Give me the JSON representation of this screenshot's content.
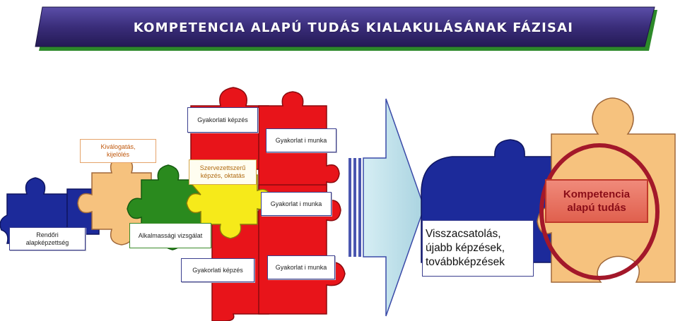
{
  "title": "KOMPETENCIA ALAPÚ TUDÁS KIALAKULÁSÁNAK FÁZISAI",
  "labels": {
    "rendori": "Rendőri\nalapképzettség",
    "kivalogatas": "Kiválogatás,\nkijelölés",
    "alkalmassagi": "Alkalmassági vizsgálat",
    "szervezettszeru": "Szervezettszerű\nképzés, oktatás",
    "gyakorlati_kepzes_top": "Gyakorlati képzés",
    "gyakorlati_munka_1": "Gyakorlat i munka",
    "gyakorlati_munka_2": "Gyakorlat i munka",
    "gyakorlati_kepzes_bottom": "Gyakorlati képzés",
    "gyakorlati_munka_3": "Gyakorlat i munka",
    "visszacsatolas": "Visszacsatolás,\nújabb képzések,\ntovábbképzések",
    "kompetencia": "Kompetencia\nalapú tudás"
  },
  "colors": {
    "title_banner": "#3a2d7a",
    "piece_blue": "#1c2a9a",
    "piece_tan": "#f6c27e",
    "piece_green": "#2a8a1e",
    "piece_yellow": "#f6ea1a",
    "piece_red": "#e8141a",
    "arrow": "#bfe0ea",
    "circle": "#a3182a"
  }
}
